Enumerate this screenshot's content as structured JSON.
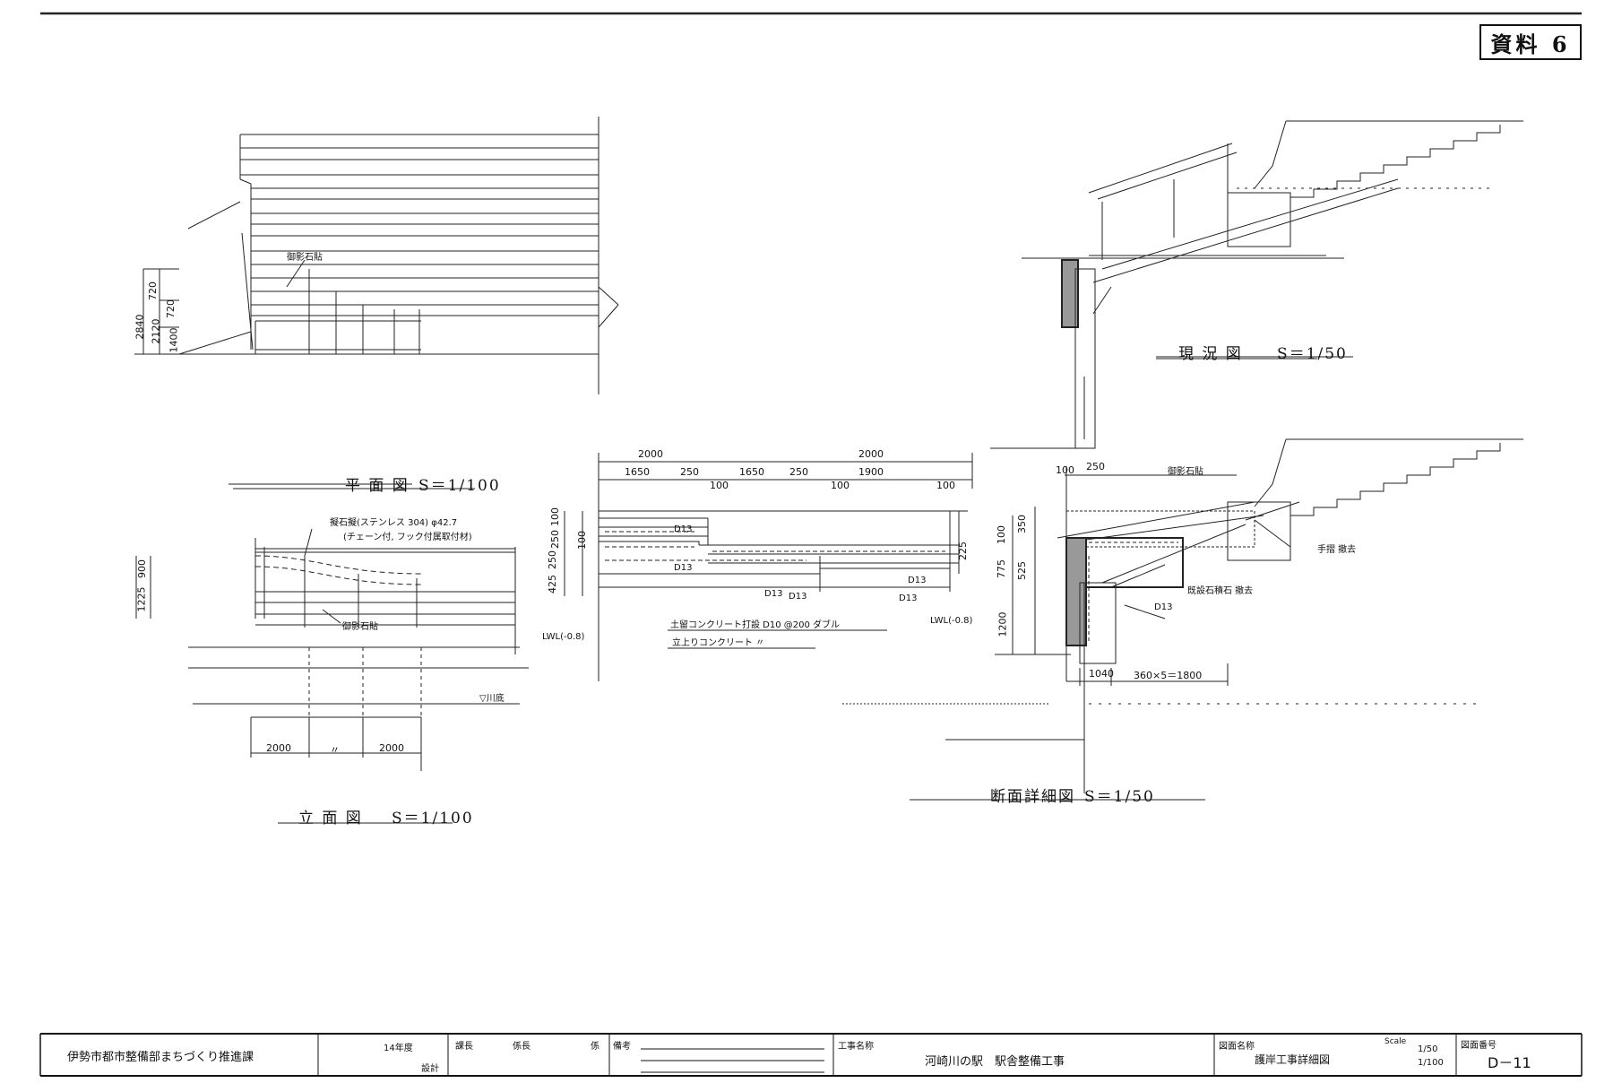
{
  "badge": "資料 6",
  "views": {
    "plan": {
      "title": "平 面 図",
      "scale": "S＝1/100",
      "note": "御影石貼"
    },
    "current": {
      "title": "現 況 図",
      "scale": "S＝1/50"
    },
    "elevation": {
      "title": "立 面 図",
      "scale": "S＝1/100",
      "note_top_1": "擬石擬(ステンレス 304) φ42.7",
      "note_top_2": "(チェーン付, フック付属取付材)",
      "note_bottom": "御影石貼",
      "lwl": "LWL(-0.8)",
      "riverbed": "▽川底",
      "dim_left": "2000",
      "dim_right": "2000",
      "dim_mid": "〃"
    },
    "section": {
      "title": "断面詳細図",
      "scale": "S＝1/50",
      "note_handrail": "手摺 撤去",
      "note_stone": "御影石貼",
      "note_remove": "既設石積石 撤去"
    },
    "detail": {
      "note_1": "土留コンクリート打設 D10 @200 ダブル",
      "note_2": "立上りコンクリート 〃",
      "lwl": "LWL(-0.8)"
    }
  },
  "dimensions": {
    "plan": [
      "720",
      "720",
      "2840",
      "2120",
      "1400"
    ],
    "elev_left": [
      "900",
      "1225"
    ],
    "detail_top": [
      "2000",
      "2000"
    ],
    "detail_second": [
      "1650",
      "250",
      "1650",
      "250",
      "1900"
    ],
    "detail_third": [
      "100",
      "100",
      "100"
    ],
    "detail_left": [
      "100",
      "250",
      "100",
      "250",
      "425"
    ],
    "detail_right": [
      "225"
    ],
    "bars": [
      "D13",
      "D13",
      "D13",
      "D13",
      "D13",
      "D13"
    ],
    "section_top": [
      "100",
      "250"
    ],
    "section_left": [
      "100",
      "350",
      "775",
      "525",
      "1200"
    ],
    "section_bottom": [
      "1040",
      "360×5＝1800"
    ],
    "section_bar": "D13"
  },
  "title_block": {
    "department": "伊勢市都市整備部まちづくり推進課",
    "year": "14年度",
    "year_sub": "設計",
    "stamps": [
      "課長",
      "係長",
      "係"
    ],
    "remarks_label": "備考",
    "project_label": "工事名称",
    "project_name": "河崎川の駅　駅舎整備工事",
    "drawing_label": "図面名称",
    "drawing_name": "護岸工事詳細図",
    "scale_label": "Scale",
    "scales": [
      "1/50",
      "1/100"
    ],
    "number_label": "図面番号",
    "number": "D－11"
  }
}
